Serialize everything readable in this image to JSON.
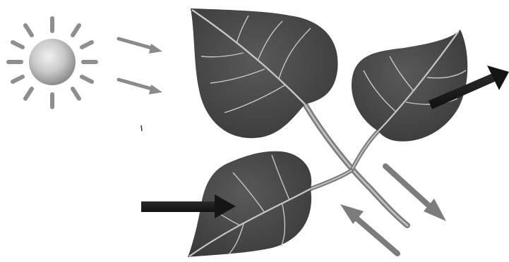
{
  "diagram": {
    "elements": [
      {
        "name": "sun-icon"
      },
      {
        "name": "sunlight-arrow"
      },
      {
        "name": "leaf-branch"
      },
      {
        "name": "input-arrow"
      },
      {
        "name": "output-arrow"
      },
      {
        "name": "transport-arrow"
      }
    ]
  },
  "colors": {
    "background": "#ffffff",
    "sun_body": "#c9c9c9",
    "sun_ray": "#8e8e8e",
    "light_arrow": "#8a8a8a",
    "leaf": "#4b4b4b",
    "leaf_dark": "#2e2e2e",
    "vein": "#c6c6c6",
    "stem": "#7a7a7a",
    "thick_arrow": "#1e1e1e",
    "gray_arrow": "#7c7c7c"
  }
}
